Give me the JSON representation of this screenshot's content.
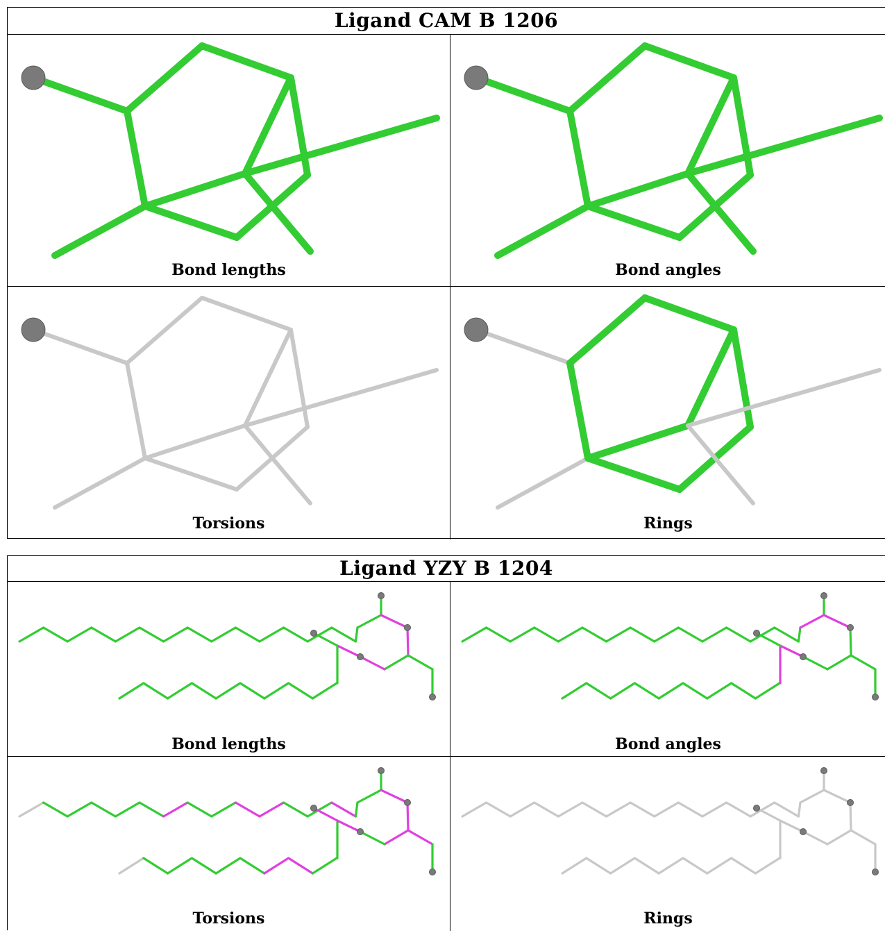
{
  "panels": [
    {
      "title": "Ligand CAM B 1206",
      "cells": [
        {
          "caption": "Bond lengths"
        },
        {
          "caption": "Bond angles"
        },
        {
          "caption": "Torsions"
        },
        {
          "caption": "Rings"
        }
      ]
    },
    {
      "title": "Ligand YZY B 1204",
      "cells": [
        {
          "caption": "Bond lengths"
        },
        {
          "caption": "Bond angles"
        },
        {
          "caption": "Torsions"
        },
        {
          "caption": "Rings"
        }
      ]
    }
  ],
  "colors": {
    "ok_green": "#33cc33",
    "outlier_magenta": "#e040e0",
    "unassessed_gray": "#c8c8c8",
    "atom_gray": "#7a7a7a"
  }
}
